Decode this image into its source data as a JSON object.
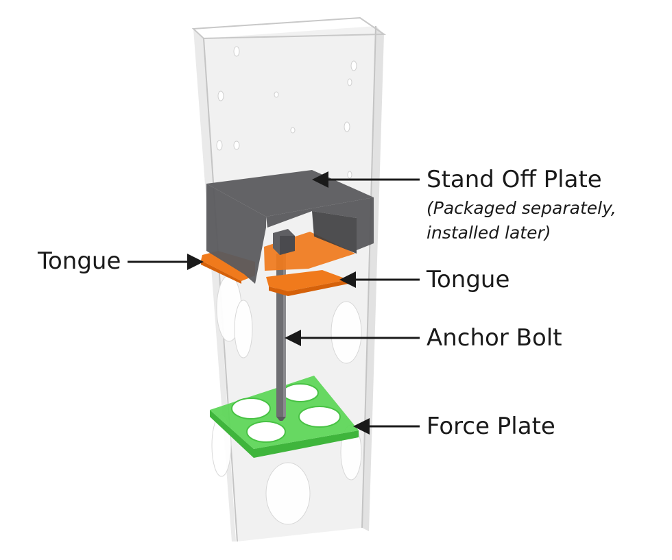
{
  "labels": {
    "stand_off_plate": "Stand Off Plate",
    "stand_off_note_line1": "(Packaged separately,",
    "stand_off_note_line2": "installed later)",
    "tongue_left": "Tongue",
    "tongue_right": "Tongue",
    "anchor_bolt": "Anchor Bolt",
    "force_plate": "Force Plate"
  },
  "colors": {
    "tongue": "#f07a1c",
    "force_plate": "#5fd65a",
    "stand_off_plate": "#5b5b5e",
    "anchor_bolt": "#6e6e72",
    "post": "#e4e4e4"
  }
}
